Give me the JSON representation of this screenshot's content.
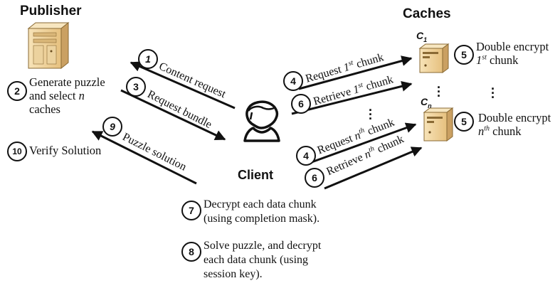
{
  "publisher": {
    "title": "Publisher",
    "step2": {
      "num": "2",
      "line1": "Generate puzzle",
      "line2_pre": "and select ",
      "line2_var": "n",
      "line3": "caches"
    },
    "step10": {
      "num": "10",
      "text": "Verify Solution"
    }
  },
  "caches": {
    "title": "Caches",
    "c1": {
      "label": "C",
      "sub": "1"
    },
    "cn": {
      "label": "C",
      "sub": "n"
    },
    "enc1": {
      "num": "5",
      "line1": "Double encrypt",
      "ord_num": "1",
      "ord_sup": "st",
      "suffix": " chunk"
    },
    "encn": {
      "num": "5",
      "line1": "Double encrypt",
      "ord_num": "n",
      "ord_sup": "th",
      "suffix": " chunk"
    }
  },
  "client": {
    "title": "Client"
  },
  "messages": {
    "m1": {
      "num": "1",
      "text": "Content request"
    },
    "m3": {
      "num": "3",
      "text": "Request bundle"
    },
    "m9": {
      "num": "9",
      "text": "Puzzle solution"
    },
    "m4a": {
      "num": "4",
      "pre": "Request ",
      "ord": "1",
      "sup": "st",
      "post": " chunk"
    },
    "m6a": {
      "num": "6",
      "pre": "Retrieve ",
      "ord": "1",
      "sup": "st",
      "post": " chunk"
    },
    "m4b": {
      "num": "4",
      "pre": "Request ",
      "ord": "n",
      "sup": "th",
      "post": " chunk"
    },
    "m6b": {
      "num": "6",
      "pre": "Retrieve ",
      "ord": "n",
      "sup": "th",
      "post": " chunk"
    }
  },
  "steps": {
    "s7": {
      "num": "7",
      "line1": "Decrypt each data chunk",
      "line2": "(using completion mask)."
    },
    "s8": {
      "num": "8",
      "line1": "Solve puzzle, and decrypt",
      "line2": "each data chunk (using",
      "line3": "session key)."
    }
  },
  "colors": {
    "server_body": "#f2d9a6",
    "server_shade": "#d8b070",
    "stroke": "#111111"
  },
  "icons": {
    "publisher": "server-tower-icon",
    "cache": "server-box-icon",
    "client": "user-icon"
  }
}
